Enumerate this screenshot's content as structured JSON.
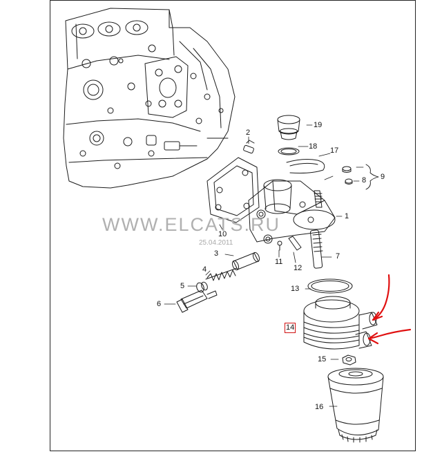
{
  "watermark": {
    "text": "WWW.ELCATS.RU",
    "date": "25.04.2011"
  },
  "parts": [
    {
      "id": "p1",
      "label": "1"
    },
    {
      "id": "p2",
      "label": "2"
    },
    {
      "id": "p3",
      "label": "3"
    },
    {
      "id": "p4",
      "label": "4"
    },
    {
      "id": "p5",
      "label": "5"
    },
    {
      "id": "p6",
      "label": "6"
    },
    {
      "id": "p7",
      "label": "7"
    },
    {
      "id": "p8",
      "label": "8"
    },
    {
      "id": "p9",
      "label": "9"
    },
    {
      "id": "p10",
      "label": "10"
    },
    {
      "id": "p11",
      "label": "11"
    },
    {
      "id": "p12",
      "label": "12"
    },
    {
      "id": "p13",
      "label": "13"
    },
    {
      "id": "p14",
      "label": "14",
      "highlighted": true
    },
    {
      "id": "p15",
      "label": "15"
    },
    {
      "id": "p16",
      "label": "16"
    },
    {
      "id": "p17",
      "label": "17"
    },
    {
      "id": "p18",
      "label": "18"
    },
    {
      "id": "p19",
      "label": "19"
    }
  ],
  "colors": {
    "line": "#1a1a1a",
    "annotation": "#e01010",
    "watermark": "#b0b0b0"
  }
}
